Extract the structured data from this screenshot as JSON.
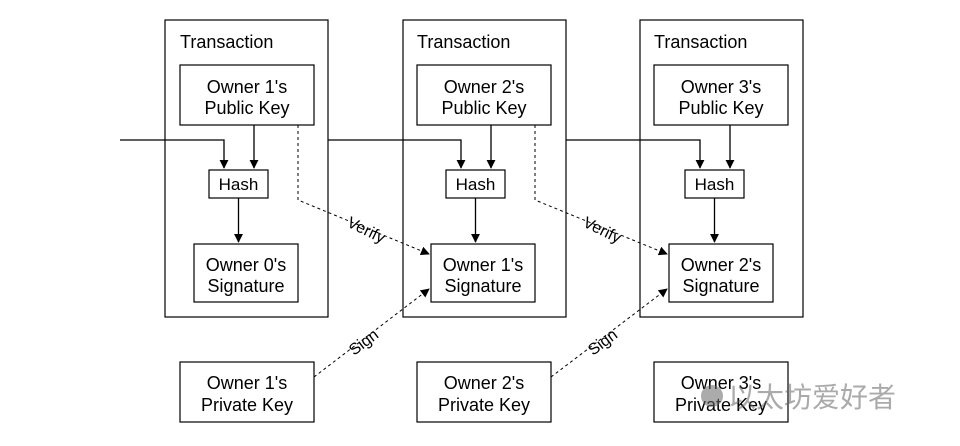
{
  "transactions": [
    {
      "title": "Transaction",
      "public_key": [
        "Owner 1's",
        "Public Key"
      ],
      "hash": "Hash",
      "signature": [
        "Owner 0's",
        "Signature"
      ]
    },
    {
      "title": "Transaction",
      "public_key": [
        "Owner 2's",
        "Public Key"
      ],
      "hash": "Hash",
      "signature": [
        "Owner 1's",
        "Signature"
      ]
    },
    {
      "title": "Transaction",
      "public_key": [
        "Owner 3's",
        "Public Key"
      ],
      "hash": "Hash",
      "signature": [
        "Owner 2's",
        "Signature"
      ]
    }
  ],
  "private_keys": [
    [
      "Owner 1's",
      "Private Key"
    ],
    [
      "Owner 2's",
      "Private Key"
    ],
    [
      "Owner 3's",
      "Private Key"
    ]
  ],
  "edge_labels": {
    "verify": [
      "Verify",
      "Verify"
    ],
    "sign": [
      "Sign",
      "Sign"
    ]
  },
  "watermark": "以太坊爱好者"
}
